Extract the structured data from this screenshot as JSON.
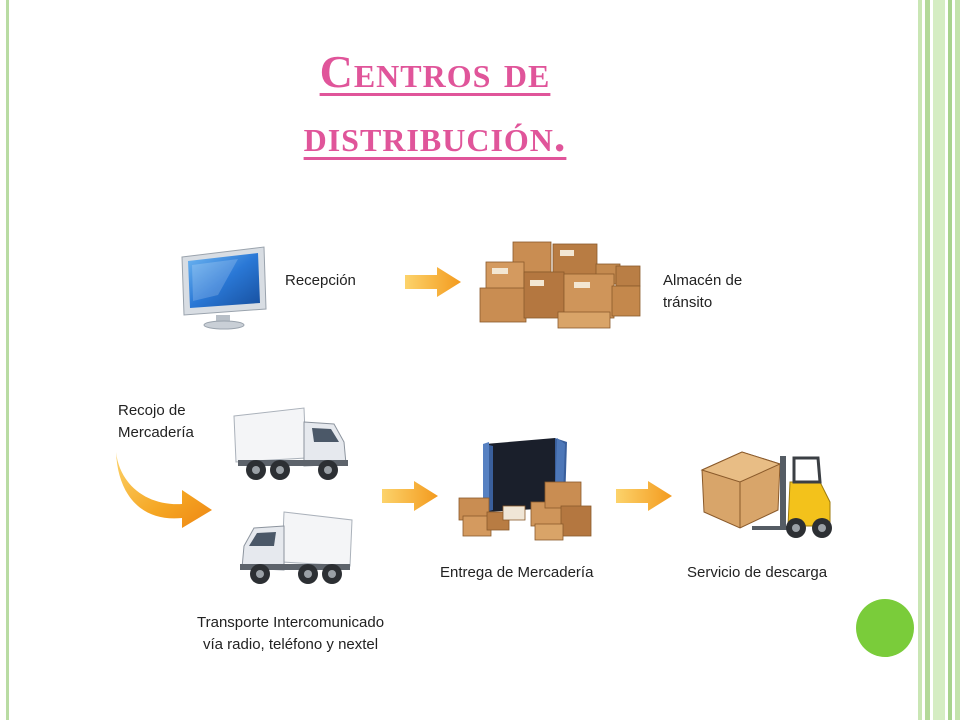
{
  "slide": {
    "title_line1": "Centros de",
    "title_line2": "distribución."
  },
  "diagram": {
    "reception": "Recepción",
    "transit_line1": "Almacén de",
    "transit_line2": "tránsito",
    "pickup_line1": "Recojo de",
    "pickup_line2": "Mercadería",
    "transport_line1": "Transporte Intercomunicado",
    "transport_line2": "vía radio, teléfono y nextel",
    "delivery": "Entrega de Mercadería",
    "unloading": "Servicio de descarga"
  },
  "colors": {
    "title": "#e0559a",
    "frame": "#b9dca3",
    "arrow": "#f39a1e",
    "dot": "#7acc3a"
  },
  "icons": [
    "monitor-icon",
    "boxes-icon",
    "truck-icon",
    "container-icon",
    "forklift-icon",
    "curved-arrow-icon",
    "right-arrow-icon"
  ]
}
